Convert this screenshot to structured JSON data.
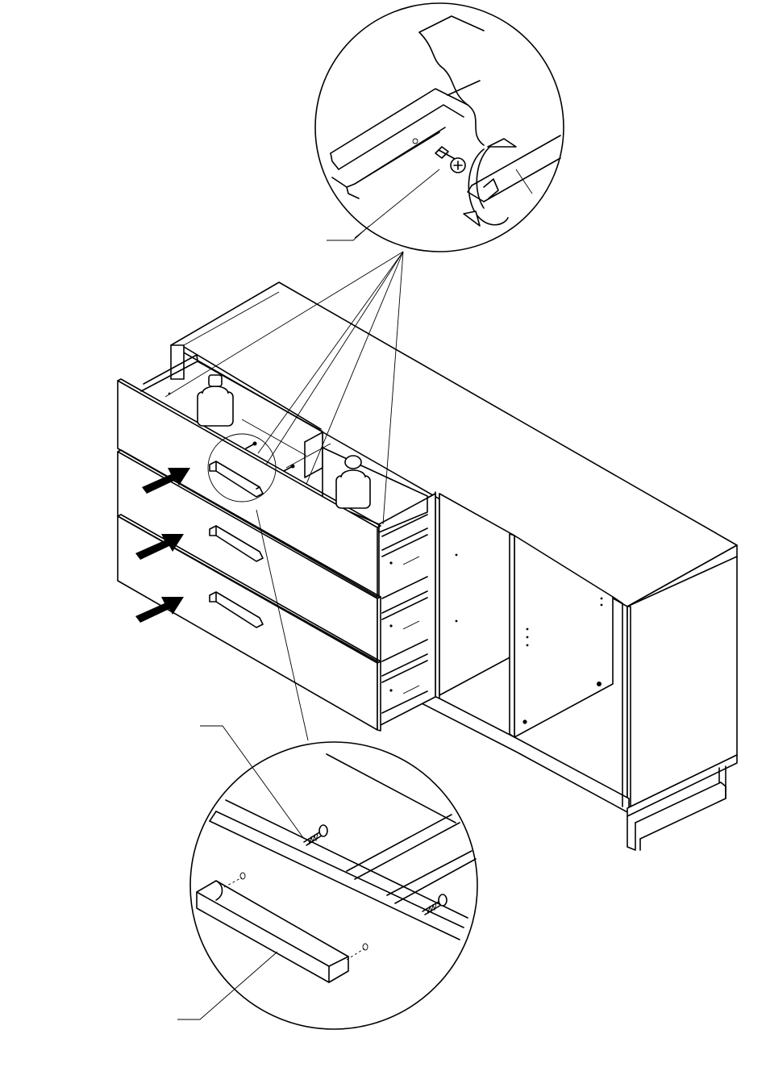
{
  "document": {
    "type": "assembly-instruction-step",
    "text_content": []
  },
  "parts": {
    "drawers": [
      "drawer-top",
      "drawer-middle",
      "drawer-bottom"
    ],
    "icons": [
      "push-arrow-icon",
      "screw-icon",
      "weight-icon",
      "handle-icon",
      "screwdriver-icon",
      "rotate-arrow-icon"
    ]
  },
  "colors": {
    "ink": "#000000",
    "paper": "#ffffff"
  }
}
